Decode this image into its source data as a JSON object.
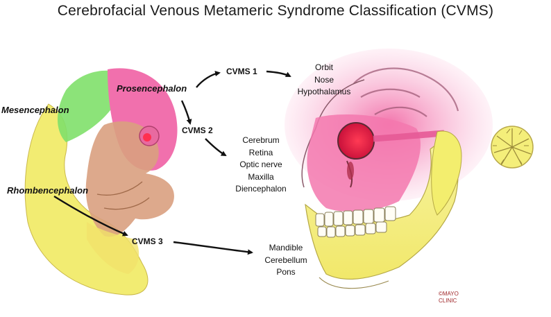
{
  "title": "Cerebrofacial Venous Metameric Syndrome Classification (CVMS)",
  "regions": {
    "prosencephalon": "Prosencephalon",
    "mesencephalon": "Mesencephalon",
    "rhombencephalon": "Rhombencephalon"
  },
  "groups": [
    {
      "label": "CVMS 1",
      "structures": [
        "Orbit",
        "Nose",
        "Hypothalamus"
      ]
    },
    {
      "label": "CVMS 2",
      "structures": [
        "Cerebrum",
        "Retina",
        "Optic nerve",
        "Maxilla",
        "Diencephalon"
      ]
    },
    {
      "label": "CVMS 3",
      "structures": [
        "Mandible",
        "Cerebellum",
        "Pons"
      ]
    }
  ],
  "credit": {
    "line1": "©MAYO",
    "line2": "CLINIC"
  },
  "colors": {
    "prosencephalon": "#f06aa8",
    "mesencephalon": "#8fe07a",
    "rhombencephalon": "#f3ee6e",
    "embryo_skin": "#d9a07f",
    "skull_pink": "#f37bb0",
    "skull_yellow": "#f4ef86"
  }
}
